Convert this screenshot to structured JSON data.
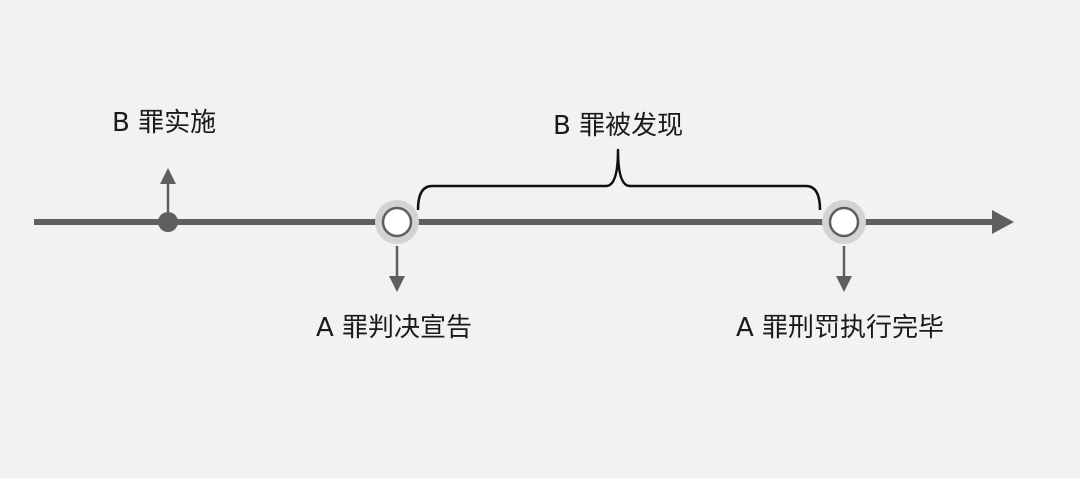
{
  "events": {
    "b_crime_committed": "B 罪实施",
    "b_crime_discovered": "B 罪被发现",
    "a_judgment_announced": "A 罪判决宣告",
    "a_sentence_completed": "A 罪刑罚执行完毕"
  },
  "colors": {
    "background": "#f2f2f2",
    "timeline": "#5f5f5f",
    "halo": "#d3d3d3",
    "text": "#1a1a1a"
  }
}
